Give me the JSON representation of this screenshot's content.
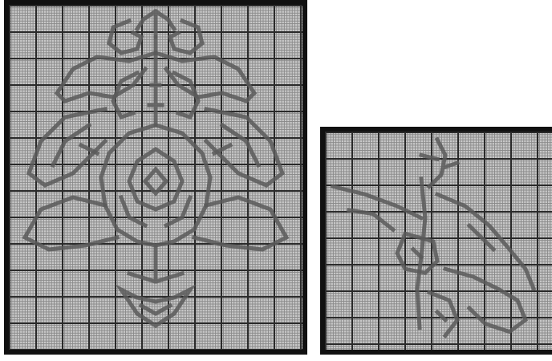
{
  "panels": [
    {
      "id": "panel-large",
      "kind": "chart-grid"
    },
    {
      "id": "panel-small",
      "kind": "chart-grid"
    }
  ],
  "colors": {
    "grid_fine": "#8a8a8a",
    "grid_bold": "#2a2a2a",
    "fabric": "#c9c9c9",
    "stitches": "#5a5a5a",
    "frame": "#111111"
  }
}
